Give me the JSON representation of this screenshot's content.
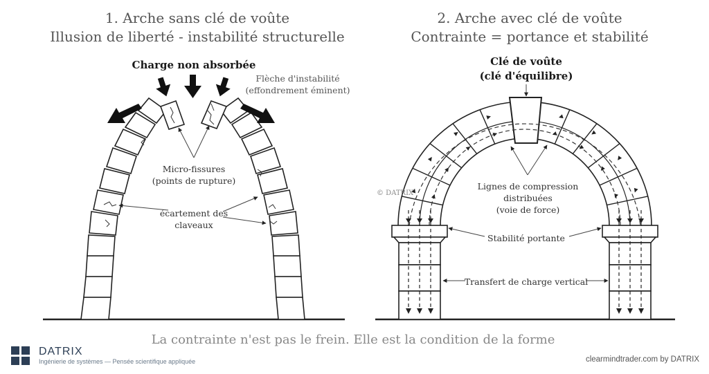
{
  "left": {
    "title_line1": "1. Arche sans clé de voûte",
    "title_line2": "Illusion de liberté - instabilité structurelle",
    "charge_label": "Charge non absorbée",
    "instability_line1": "Flèche d'instabilité",
    "instability_line2": "(effondrement éminent)",
    "fissures_line1": "Micro-fissures",
    "fissures_line2": "(points de rupture)",
    "spacing_line1": "écartement des",
    "spacing_line2": "claveaux"
  },
  "right": {
    "title_line1": "2. Arche avec clé de voûte",
    "title_line2": "Contrainte = portance et stabilité",
    "key_line1": "Clé de voûte",
    "key_line2": "(clé d'équilibre)",
    "compression_line1": "Lignes de compression",
    "compression_line2": "distribuées",
    "compression_line3": "(voie de force)",
    "stability_label": "Stabilité portante",
    "transfer_label": "Transfert de charge vertical"
  },
  "watermark": "© DATRIX",
  "caption": "La contrainte n'est pas le frein. Elle est la condition de la forme",
  "brand": {
    "name": "DATRIX",
    "tagline": "Ingénierie de systèmes — Pensée scientifique appliquée",
    "credit": "clearmindtrader.com by DATRIX",
    "color": "#2c3e55"
  }
}
